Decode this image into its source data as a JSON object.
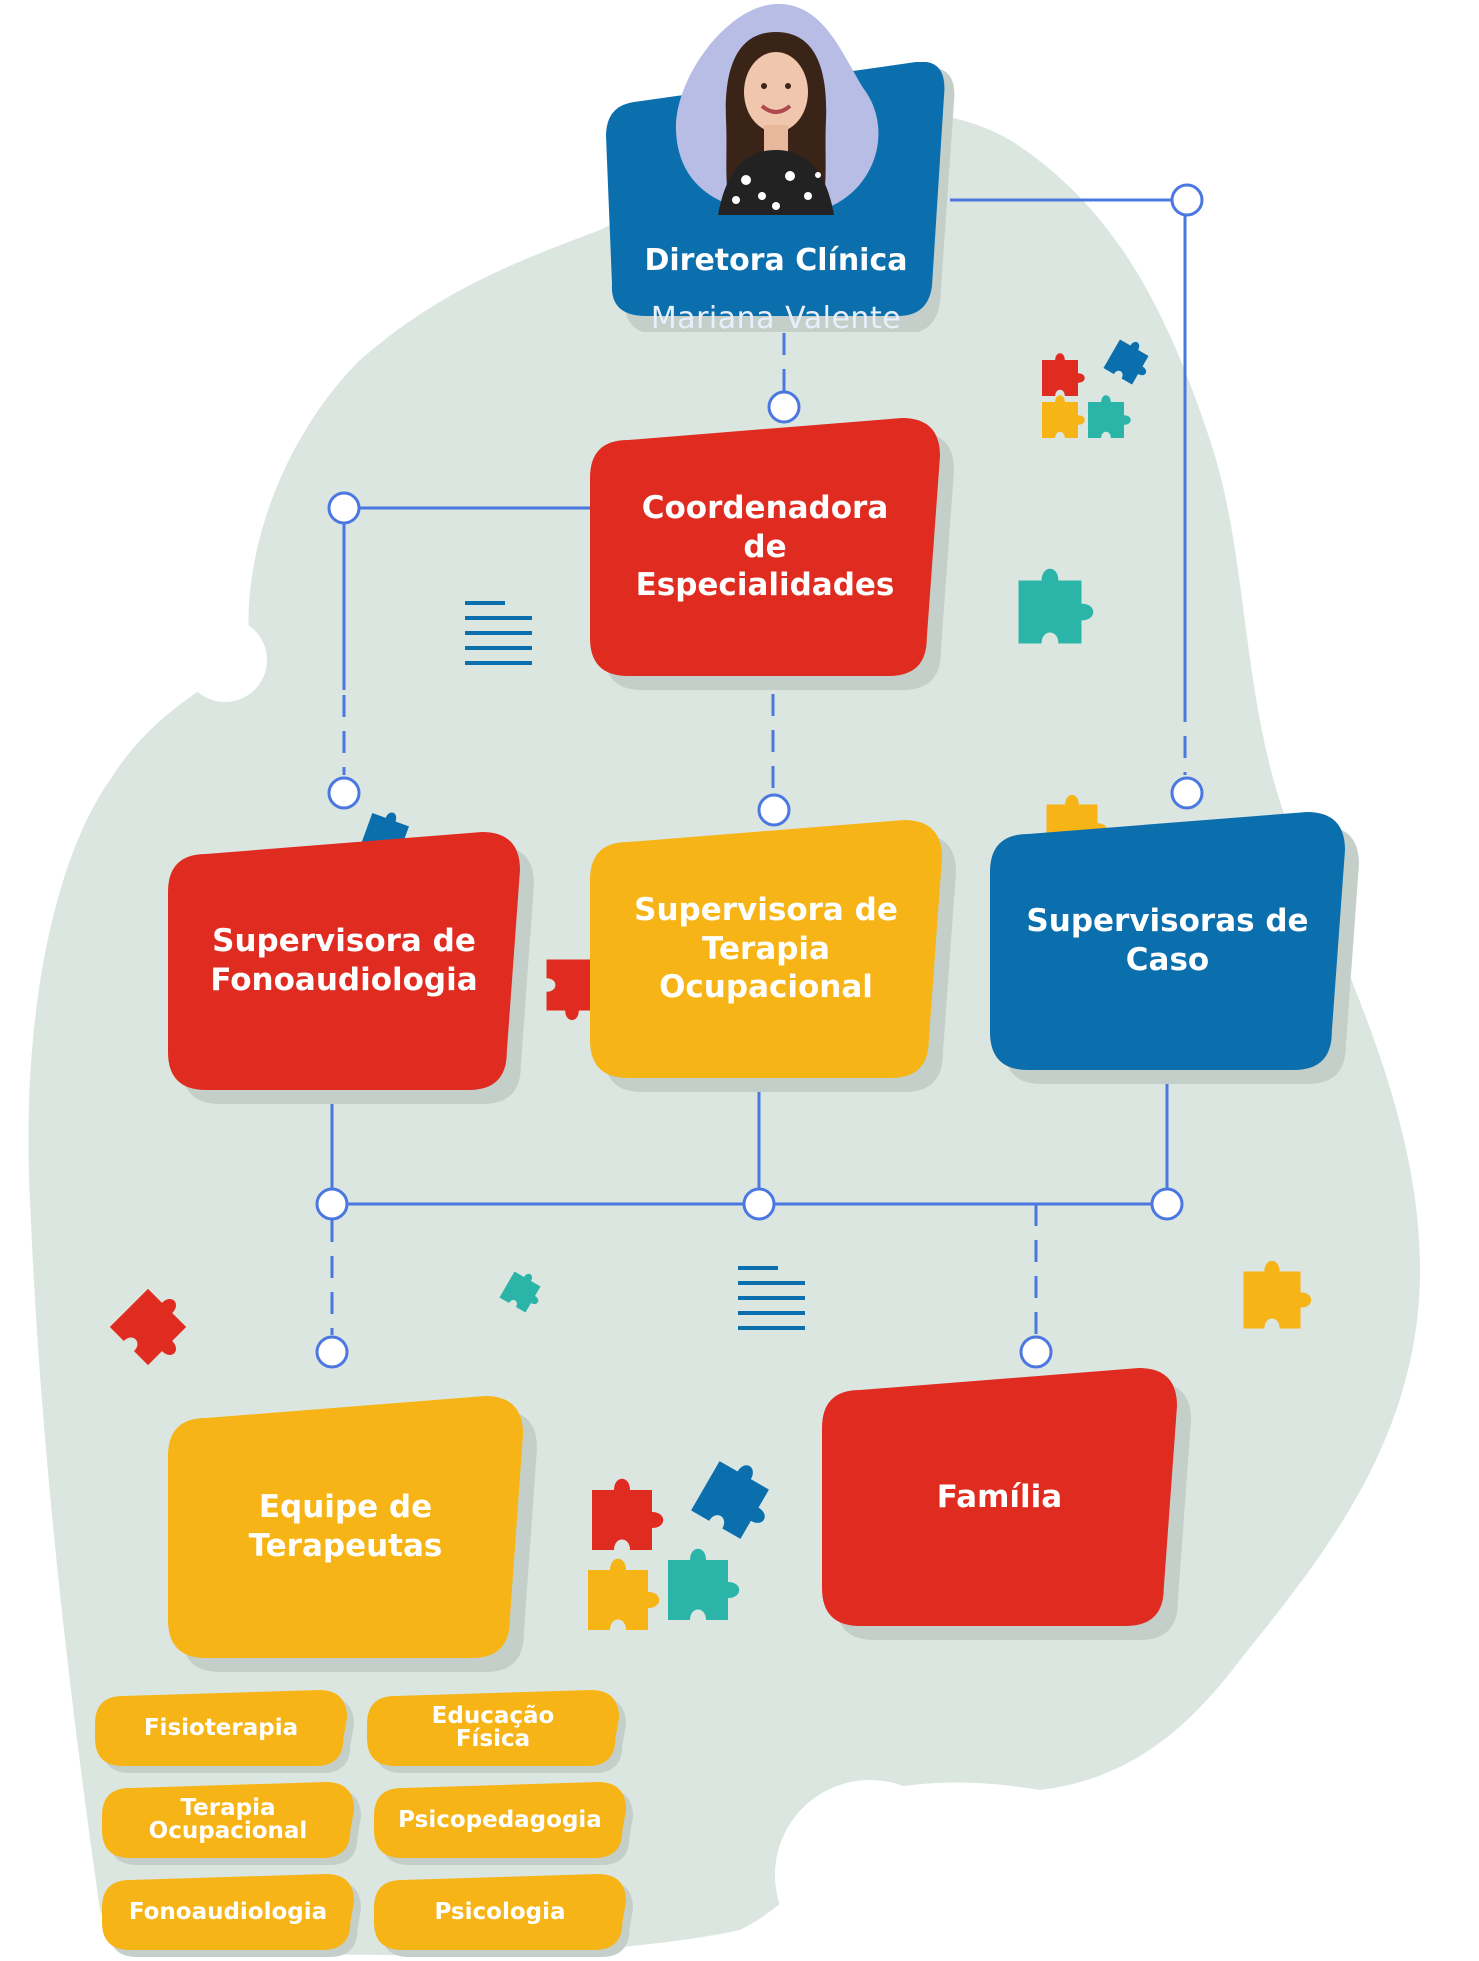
{
  "colors": {
    "blob": "#dce6e0",
    "connector": "#4a78e0",
    "red": "#e02b20",
    "yellow": "#f6b416",
    "blue": "#0b6fae",
    "teal": "#2bb5a8",
    "shadow": "#c4cfca",
    "photo_bg": "#b8bde6"
  },
  "director": {
    "title": "Diretora Clínica",
    "name": "Mariana Valente",
    "photo": "avatar-photo"
  },
  "nodes": {
    "coordinator": "Coordenadora\nde Especialidades",
    "speech": "Supervisora de\nFonoaudiologia",
    "ot": "Supervisora de\nTerapia\nOcupacional",
    "case": "Supervisoras de\nCaso",
    "team": "Equipe de\nTerapeutas",
    "family": "Família"
  },
  "specialties": [
    "Fisioterapia",
    "Educação\nFísica",
    "Terapia\nOcupacional",
    "Psicopedagogia",
    "Fonoaudiologia",
    "Psicologia"
  ],
  "decorations": [
    "puzzle-piece-icon",
    "puzzle-cluster-icon",
    "lines-icon"
  ]
}
